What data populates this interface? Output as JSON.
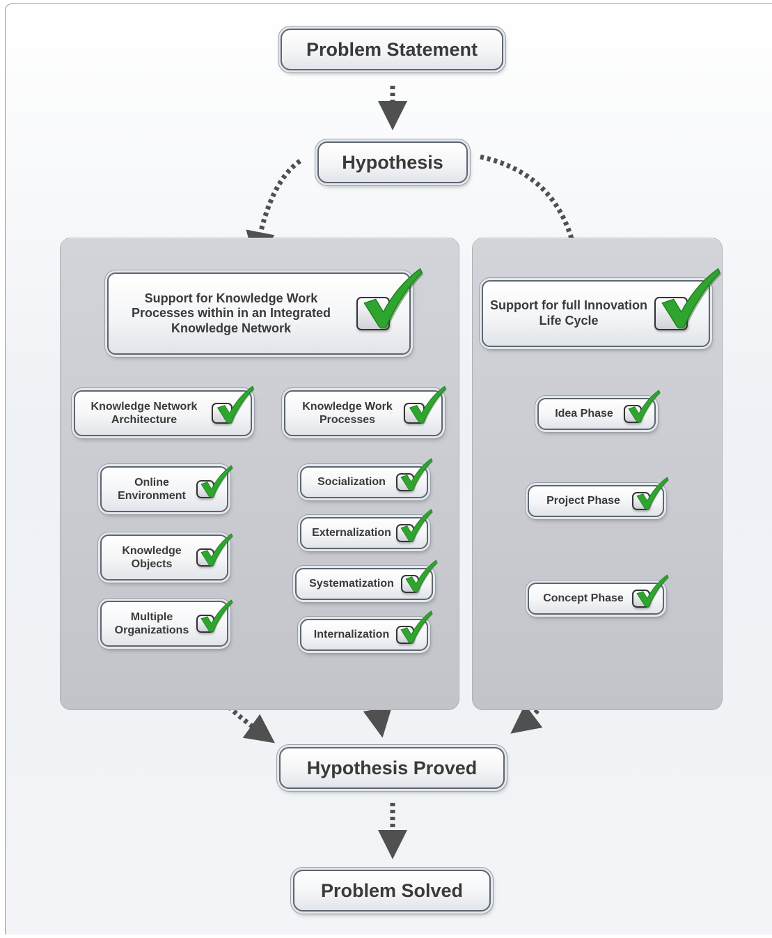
{
  "nodes": {
    "problem_statement": "Problem Statement",
    "hypothesis": "Hypothesis",
    "support_knowledge_work": "Support for Knowledge Work Processes within in an Integrated Knowledge Network",
    "support_innovation": "Support for full Innovation Life Cycle",
    "knowledge_network_architecture": "Knowledge Network Architecture",
    "knowledge_work_processes": "Knowledge Work Processes",
    "online_environment": "Online Environment",
    "knowledge_objects": "Knowledge Objects",
    "multiple_organizations": "Multiple Organizations",
    "socialization": "Socialization",
    "externalization": "Externalization",
    "systematization": "Systematization",
    "internalization": "Internalization",
    "idea_phase": "Idea Phase",
    "project_phase": "Project Phase",
    "concept_phase": "Concept Phase",
    "hypothesis_proved": "Hypothesis Proved",
    "problem_solved": "Problem Solved"
  },
  "colors": {
    "check_green": "#2fa52f",
    "connector": "#505050",
    "panel": "#c8cacf",
    "node_border": "#5c6670",
    "text": "#3a3a3a"
  },
  "icons": {
    "check": "checkmark-icon",
    "arrow": "arrow-head-icon"
  }
}
